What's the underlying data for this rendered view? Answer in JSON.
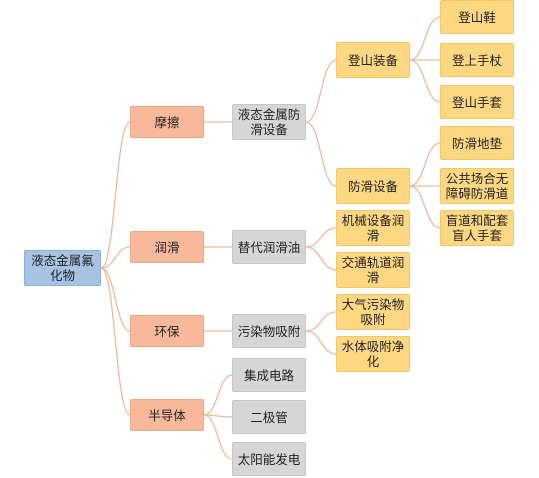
{
  "diagram": {
    "root": "液态金属氟化物",
    "branches": {
      "friction": {
        "label": "摩擦",
        "device": "液态金属防滑设备",
        "climbing": {
          "label": "登山装备",
          "items": [
            "登山鞋",
            "登上手杖",
            "登山手套"
          ]
        },
        "antislip": {
          "label": "防滑设备",
          "items": [
            "防滑地垫",
            "公共场合无障碍防滑道",
            "盲道和配套盲人手套"
          ]
        }
      },
      "lubrication": {
        "label": "润滑",
        "replacement": "替代润滑油",
        "items": [
          "机械设备润滑",
          "交通轨道润滑"
        ]
      },
      "environment": {
        "label": "环保",
        "absorbent": "污染物吸附",
        "items": [
          "大气污染物吸附",
          "水体吸附净化"
        ]
      },
      "semiconductor": {
        "label": "半导体",
        "items": [
          "集成电路",
          "二极管",
          "太阳能发电"
        ]
      }
    }
  },
  "colors": {
    "root": "#a7c3e4",
    "level1": "#f7b99a",
    "gray": "#d6d6d6",
    "yellow": "#fdd782",
    "connector": "#f0b89a"
  }
}
